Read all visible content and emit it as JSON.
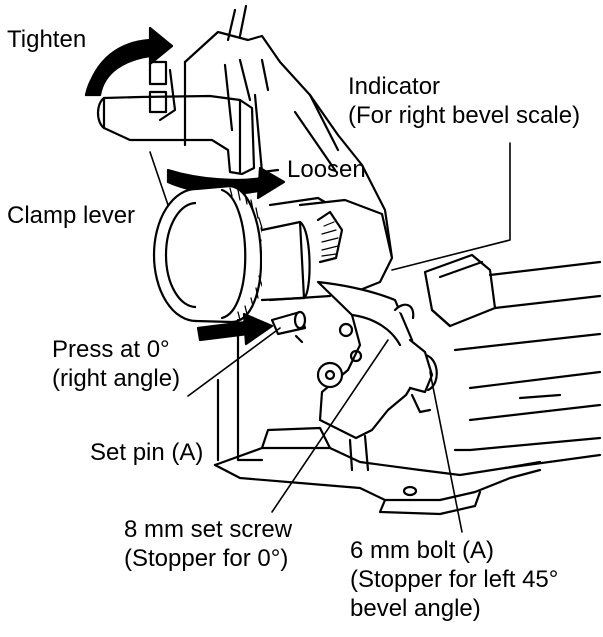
{
  "labels": {
    "tighten": "Tighten",
    "loosen": "Loosen",
    "clamp_lever": "Clamp lever",
    "indicator": {
      "line1": "Indicator",
      "line2": "(For right bevel scale)"
    },
    "press_at_0": {
      "line1": "Press at 0°",
      "line2": "(right angle)"
    },
    "set_pin": "Set pin (A)",
    "set_screw": {
      "line1": "8 mm set screw",
      "line2": "(Stopper for 0°)"
    },
    "bolt": {
      "line1": "6 mm bolt (A)",
      "line2": "(Stopper for left 45°",
      "line3": "bevel angle)"
    }
  }
}
